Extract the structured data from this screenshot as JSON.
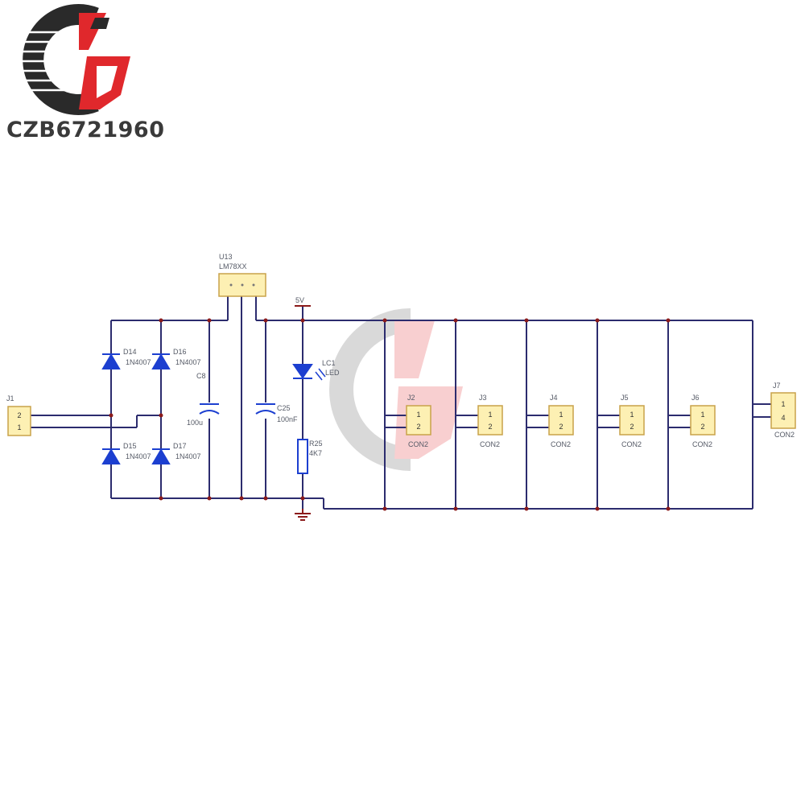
{
  "brand": {
    "text": "CZB6721960"
  },
  "colors": {
    "wire": "#2c2c6e",
    "diode": "#1c3fd0",
    "connector_fill": "#fdf0b3",
    "logo_red": "#e0282c",
    "logo_dark": "#2a2a2a"
  },
  "input_connector": {
    "ref": "J1",
    "pins": [
      "2",
      "1"
    ]
  },
  "diodes": [
    {
      "ref": "D14",
      "value": "1N4007"
    },
    {
      "ref": "D16",
      "value": "1N4007"
    },
    {
      "ref": "D15",
      "value": "1N4007"
    },
    {
      "ref": "D17",
      "value": "1N4007"
    }
  ],
  "regulator": {
    "ref": "U13",
    "value": "LM78XX"
  },
  "capacitors": [
    {
      "ref": "C8",
      "value": "100u"
    },
    {
      "ref": "C25",
      "value": "100nF"
    }
  ],
  "led": {
    "ref": "LC1",
    "value": "LED"
  },
  "resistor": {
    "ref": "R25",
    "value": "4K7"
  },
  "power_symbol": "5V",
  "output_connectors": [
    {
      "ref": "J2",
      "value": "CON2",
      "pins": [
        "1",
        "2"
      ]
    },
    {
      "ref": "J3",
      "value": "CON2",
      "pins": [
        "1",
        "2"
      ]
    },
    {
      "ref": "J4",
      "value": "CON2",
      "pins": [
        "1",
        "2"
      ]
    },
    {
      "ref": "J5",
      "value": "CON2",
      "pins": [
        "1",
        "2"
      ]
    },
    {
      "ref": "J6",
      "value": "CON2",
      "pins": [
        "1",
        "2"
      ]
    }
  ],
  "end_connector": {
    "ref": "J7",
    "value": "CON2",
    "pins": [
      "1",
      "4"
    ]
  }
}
